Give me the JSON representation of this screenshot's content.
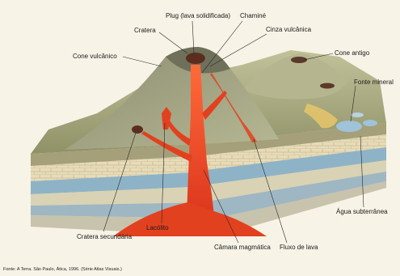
{
  "labels": {
    "cratera": "Cratera",
    "plug": "Plug (lava solidificada)",
    "chamine": "Chaminé",
    "cinza": "Cinza vulcânica",
    "cone_vulcanico": "Cone vulcânico",
    "cone_antigo": "Cone antigo",
    "fonte_mineral": "Fonte mineral",
    "agua_subterranea": "Água subterrânea",
    "cratera_secundaria": "Cratera secundária",
    "lacolito": "Lacólito",
    "camara_magmatica": "Câmara magmática",
    "fluxo_lava": "Fluxo de lava"
  },
  "source_note": "Fonte: A Terra. São Paulo, Ática, 1996. (Série Atlas Visuais.)",
  "colors": {
    "background": "#f7f3e6",
    "terrain": "#a9ab80",
    "terrain_dark": "#7d7f58",
    "lava": "#e2411f",
    "lava_light": "#f26a3a",
    "water": "#9fc3d8",
    "rock_layer_light": "#e9dfbf",
    "rock_layer_blue": "#8fb3c6",
    "rock_layer_grey": "#bfc0b2"
  }
}
